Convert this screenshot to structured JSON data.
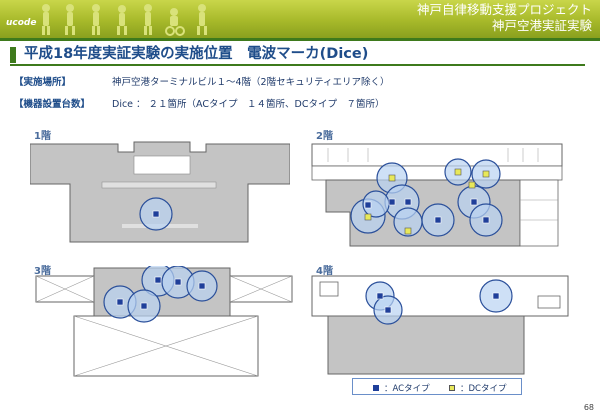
{
  "header": {
    "logo": "ucode",
    "project_line1": "神戸自律移動支援プロジェクト",
    "project_line2": "神戸空港実証実験",
    "bg_color": "#a7b92a"
  },
  "title": "平成18年度実証実験の実施位置　電波マーカ(Dice)",
  "info": {
    "location_label": "【実施場所】",
    "location_value": "神戸空港ターミナルビル１～4階（2階セキュリティエリア除く）",
    "count_label": "【機器設置台数】",
    "count_value": "Dice ： ２１箇所（ACタイプ　１４箇所、DCタイプ　７箇所）"
  },
  "floors": {
    "f1": "1階",
    "f2": "2階",
    "f3": "3階",
    "f4": "4階"
  },
  "legend": {
    "ac_label": "：ACタイプ",
    "dc_label": "：DCタイプ",
    "ac_color": "#1f3f9a",
    "dc_color": "#e8e85a"
  },
  "page_number": "68"
}
